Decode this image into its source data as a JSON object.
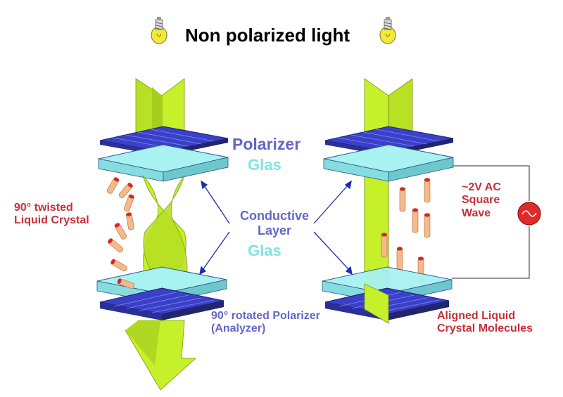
{
  "title": "Non polarized light",
  "labels": {
    "polarizer": "Polarizer",
    "glas_top": "Glas",
    "conductive_layer": "Conductive\nLayer",
    "glas_bottom": "Glas",
    "twisted_crystal": "90° twisted\nLiquid Crystal",
    "rotated_polarizer": "90° rotated Polarizer\n(Analyzer)",
    "voltage": "~2V AC\nSquare\nWave",
    "aligned_crystal": "Aligned Liquid\nCrystal Molecules"
  },
  "colors": {
    "title": "#000000",
    "polarizer_text": "#6466c8",
    "glas_text": "#7fe3e6",
    "conductive_text": "#6466c8",
    "red_text": "#c8303a",
    "light_beam": "#c6f02a",
    "polarizer_plate": "#3b40c8",
    "glass_plate": "#a8f2f2",
    "crystal_molecule": "#f6b98c",
    "molecule_end": "#e0202a",
    "ac_source": "#e02a2a",
    "arrow": "#1e2bb0",
    "bulb": "#f2ea3a"
  },
  "icons": [
    "light-bulb-icon",
    "ac-source-icon"
  ]
}
